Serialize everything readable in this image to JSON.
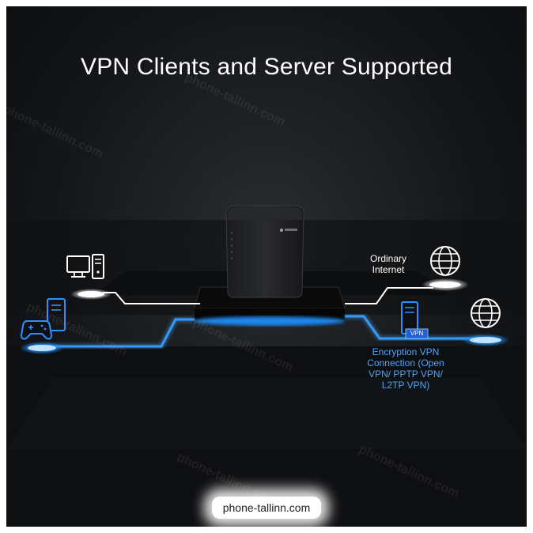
{
  "title": "VPN Clients and Server Supported",
  "labels": {
    "ordinary_internet": "Ordinary Internet",
    "vpn_badge": "VPN",
    "encryption": "Encryption VPN Connection (Open VPN/ PPTP VPN/ L2TP VPN)"
  },
  "watermark": "phone-tallinn.com",
  "colors": {
    "accent_blue": "#1e90ff",
    "glow_white": "#ffffff",
    "background": "#121417"
  },
  "icons": [
    "desktop-computer-icon",
    "game-controller-icon",
    "globe-icon",
    "server-icon",
    "router-device"
  ]
}
